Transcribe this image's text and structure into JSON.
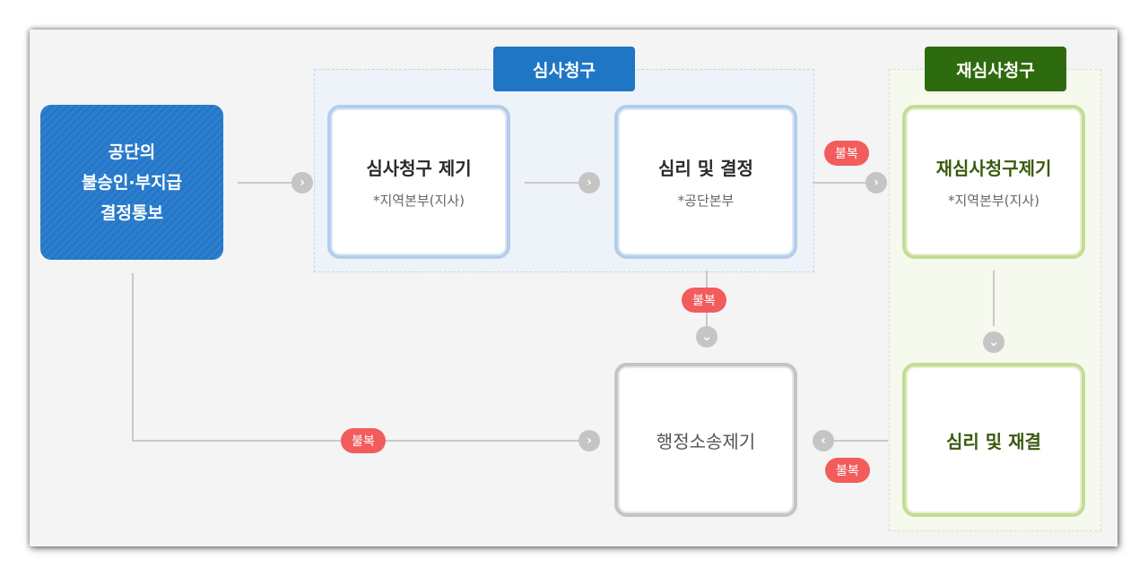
{
  "groups": {
    "review": "심사청구",
    "rereview": "재심사청구"
  },
  "start": {
    "line1": "공단의",
    "line2": "불승인·부지급",
    "line3": "결정통보"
  },
  "boxes": {
    "review_file": {
      "title": "심사청구 제기",
      "sub": "*지역본부(지사)"
    },
    "review_decide": {
      "title": "심리 및 결정",
      "sub": "*공단본부"
    },
    "rereview_file": {
      "title": "재심사청구제기",
      "sub": "*지역본부(지사)"
    },
    "rereview_decide": {
      "title": "심리 및 재결"
    },
    "admin_suit": {
      "title": "행정소송제기"
    }
  },
  "objection_label": "불복",
  "icons": {
    "arrow_right": "›",
    "arrow_left": "‹",
    "arrow_down": "⌄"
  },
  "colors": {
    "review_accent": "#1f76c4",
    "rereview_accent": "#2e6a0e",
    "objection": "#f25c5c"
  }
}
